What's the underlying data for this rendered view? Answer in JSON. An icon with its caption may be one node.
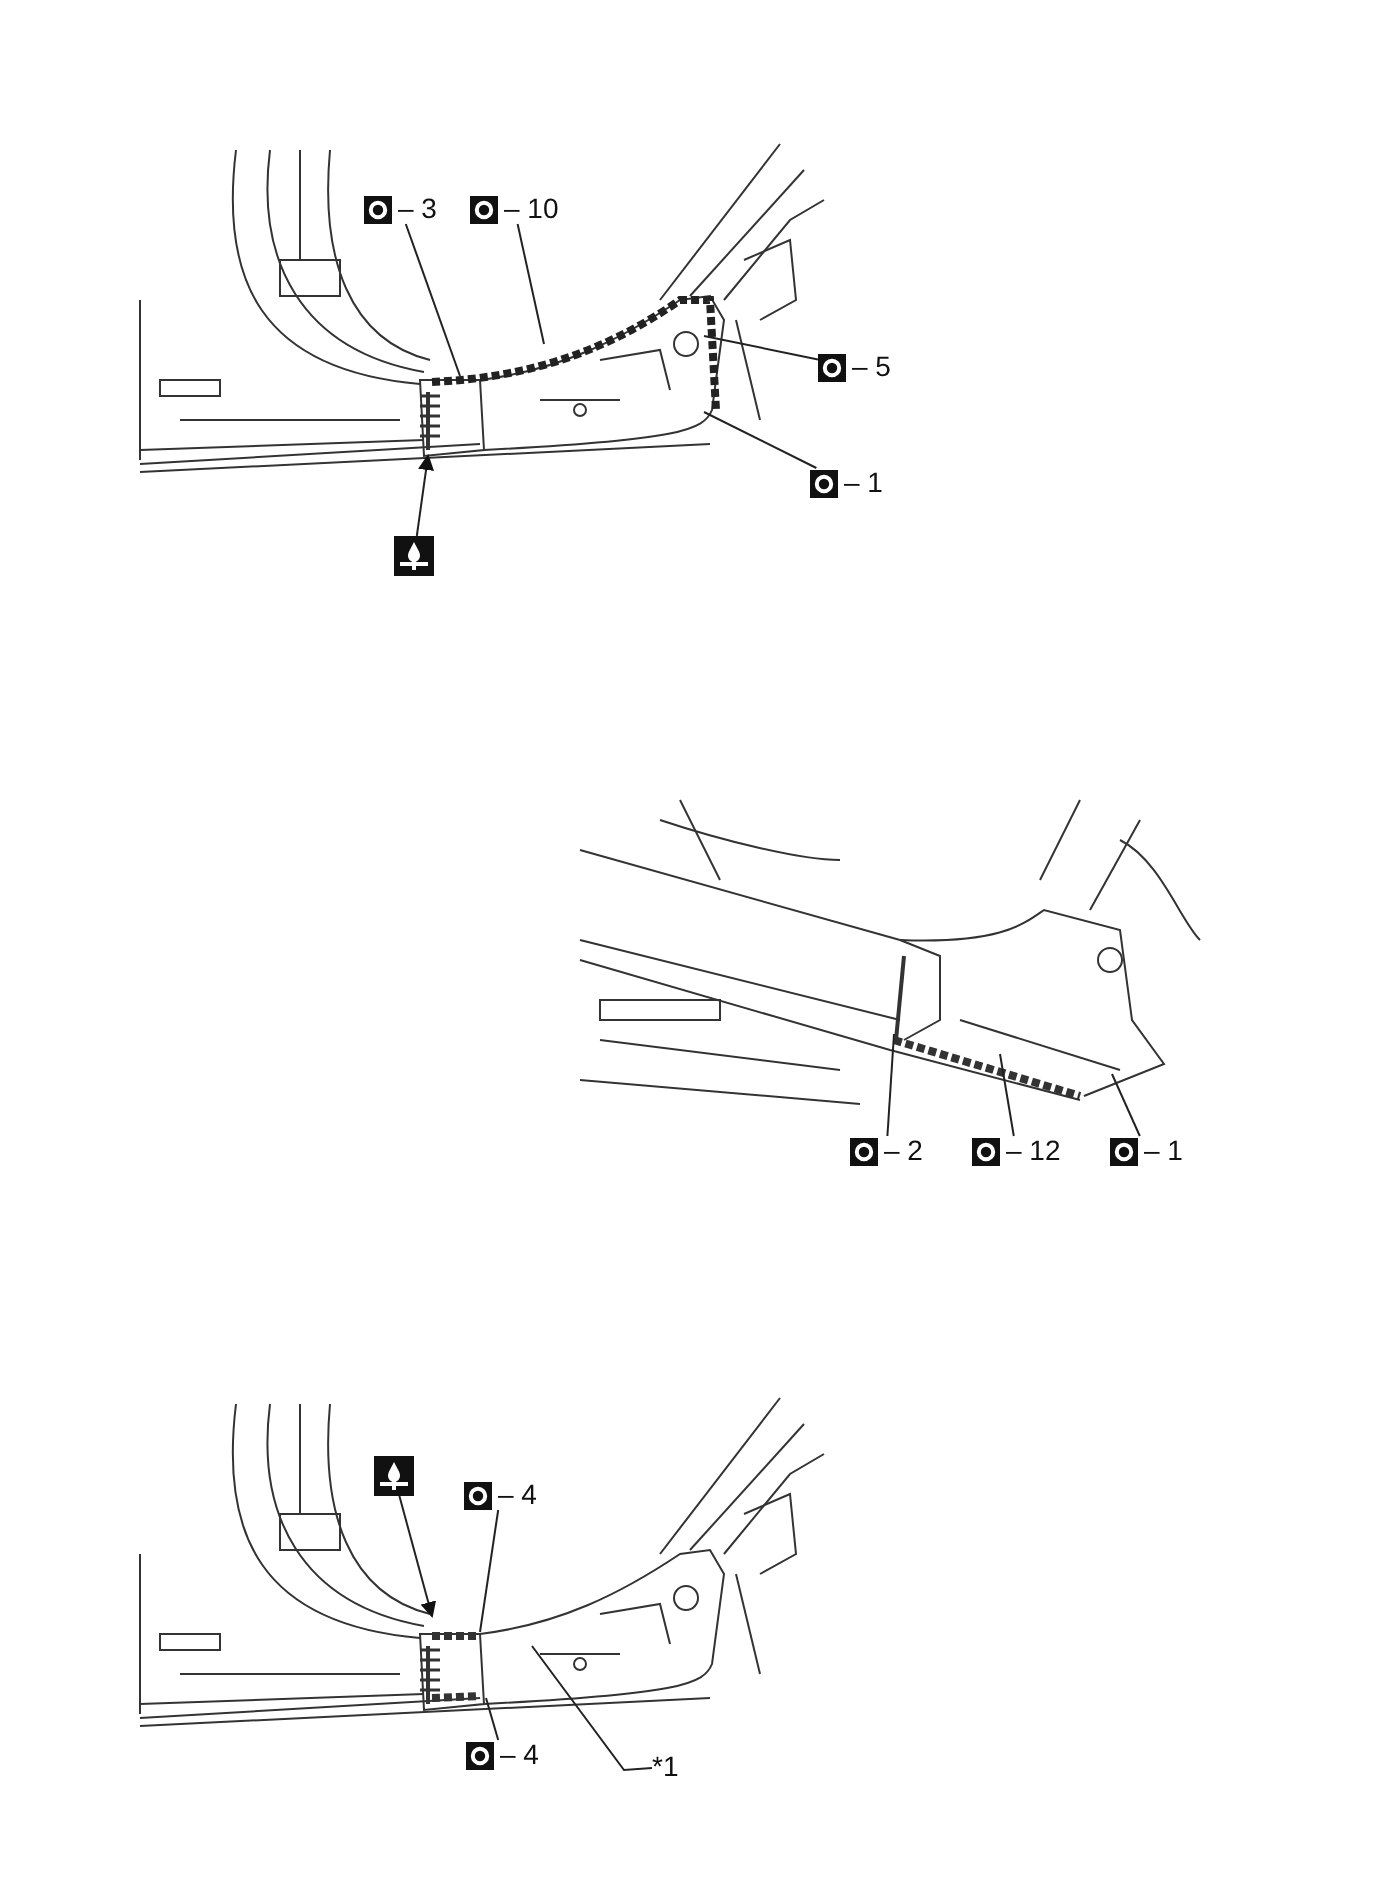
{
  "diagram": {
    "nodes": [
      {
        "text": [
          "– 3"
        ]
      },
      {
        "text": [
          "– 10"
        ]
      },
      {
        "text": [
          "– 5"
        ]
      },
      {
        "text": [
          "– 1"
        ]
      },
      {
        "text": [],
        "shape": "picture"
      },
      {
        "text": [
          "– 2"
        ]
      },
      {
        "text": [
          "– 12"
        ]
      },
      {
        "text": [
          "– 1"
        ]
      },
      {
        "text": [],
        "shape": "picture"
      },
      {
        "text": [
          "– 4"
        ]
      },
      {
        "text": [
          "– 4"
        ]
      },
      {
        "text": [
          "*1"
        ]
      }
    ],
    "edges": [
      {
        "from": 0,
        "to": null,
        "arrow": "none"
      },
      {
        "from": 1,
        "to": null,
        "arrow": "none"
      },
      {
        "from": 2,
        "to": null,
        "arrow": "none"
      },
      {
        "from": 3,
        "to": null,
        "arrow": "none"
      },
      {
        "from": 4,
        "to": null,
        "arrow": "to"
      },
      {
        "from": 5,
        "to": null,
        "arrow": "none"
      },
      {
        "from": 6,
        "to": null,
        "arrow": "none"
      },
      {
        "from": 7,
        "to": null,
        "arrow": "none"
      },
      {
        "from": 8,
        "to": null,
        "arrow": "to"
      },
      {
        "from": 9,
        "to": null,
        "arrow": "none"
      },
      {
        "from": 10,
        "to": null,
        "arrow": "none"
      },
      {
        "from": 11,
        "to": null,
        "arrow": "none"
      }
    ]
  }
}
